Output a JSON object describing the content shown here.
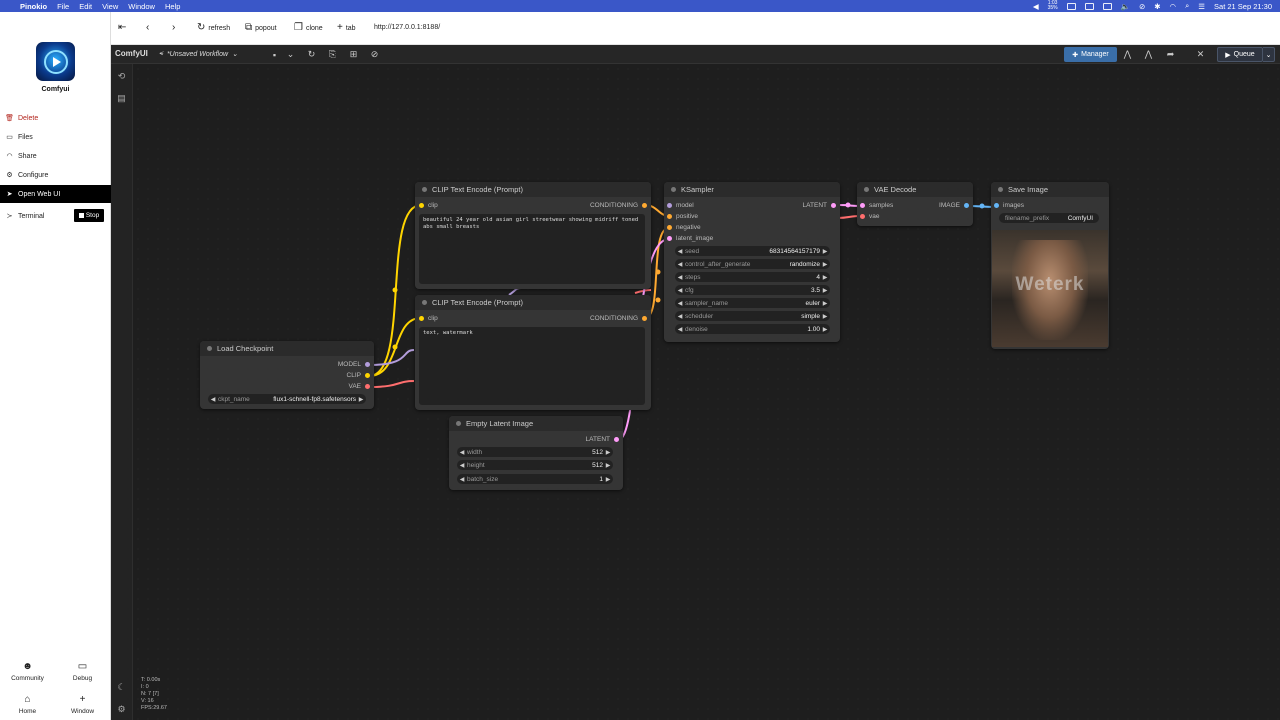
{
  "menubar": {
    "app": "Pinokio",
    "items": [
      "File",
      "Edit",
      "View",
      "Window",
      "Help"
    ],
    "battery_time": "1:03",
    "battery_pct": "35%",
    "datetime": "Sat 21 Sep  21:30"
  },
  "sidebar": {
    "app_name": "Comfyui",
    "items": [
      {
        "label": "Delete"
      },
      {
        "label": "Files"
      },
      {
        "label": "Share"
      },
      {
        "label": "Configure"
      },
      {
        "label": "Open Web UI"
      },
      {
        "label": "Terminal"
      }
    ],
    "stop_label": "Stop",
    "bottom": [
      {
        "label": "Community"
      },
      {
        "label": "Debug"
      },
      {
        "label": "Home"
      },
      {
        "label": "Window"
      }
    ]
  },
  "toolbar": {
    "refresh": "refresh",
    "popout": "popout",
    "clone": "clone",
    "tab": "tab",
    "url": "http://127.0.0.1:8188/"
  },
  "comfy": {
    "logo": "ComfyUI",
    "workflow_name": "*Unsaved Workflow",
    "manager": "Manager",
    "queue": "Queue",
    "stats": [
      "T: 0.00s",
      "I: 0",
      "N: 7 [7]",
      "V: 16",
      "FPS:29.67"
    ]
  },
  "nodes": {
    "clip1": {
      "title": "CLIP Text Encode (Prompt)",
      "input": "clip",
      "output": "CONDITIONING",
      "text": "beautiful 24 year old asian girl streetwear showing midriff toned abs small breasts"
    },
    "clip2": {
      "title": "CLIP Text Encode (Prompt)",
      "input": "clip",
      "output": "CONDITIONING",
      "text": "text, watermark"
    },
    "ksampler": {
      "title": "KSampler",
      "inputs": [
        "model",
        "positive",
        "negative",
        "latent_image"
      ],
      "output": "LATENT",
      "widgets": [
        {
          "label": "seed",
          "value": "683145641571​79"
        },
        {
          "label": "control_after_generate",
          "value": "randomize"
        },
        {
          "label": "steps",
          "value": "4"
        },
        {
          "label": "cfg",
          "value": "3.5"
        },
        {
          "label": "sampler_name",
          "value": "euler"
        },
        {
          "label": "scheduler",
          "value": "simple"
        },
        {
          "label": "denoise",
          "value": "1.00"
        }
      ]
    },
    "vae": {
      "title": "VAE Decode",
      "inputs": [
        "samples",
        "vae"
      ],
      "output": "IMAGE"
    },
    "save": {
      "title": "Save Image",
      "input": "images",
      "widget_label": "filename_prefix",
      "widget_value": "ComfyUI",
      "watermark": "Weterk"
    },
    "checkpoint": {
      "title": "Load Checkpoint",
      "outputs": [
        "MODEL",
        "CLIP",
        "VAE"
      ],
      "widget_label": "ckpt_name",
      "widget_value": "flux1-schnell-fp8.safetensors"
    },
    "latent": {
      "title": "Empty Latent Image",
      "output": "LATENT",
      "widgets": [
        {
          "label": "width",
          "value": "512"
        },
        {
          "label": "height",
          "value": "512"
        },
        {
          "label": "batch_size",
          "value": "1"
        }
      ]
    }
  },
  "colors": {
    "model": "#b39ddb",
    "clip": "#ffd500",
    "vae": "#ff6e6e",
    "conditioning": "#ffa931",
    "latent": "#ff9cf9",
    "image": "#64b5f6"
  }
}
